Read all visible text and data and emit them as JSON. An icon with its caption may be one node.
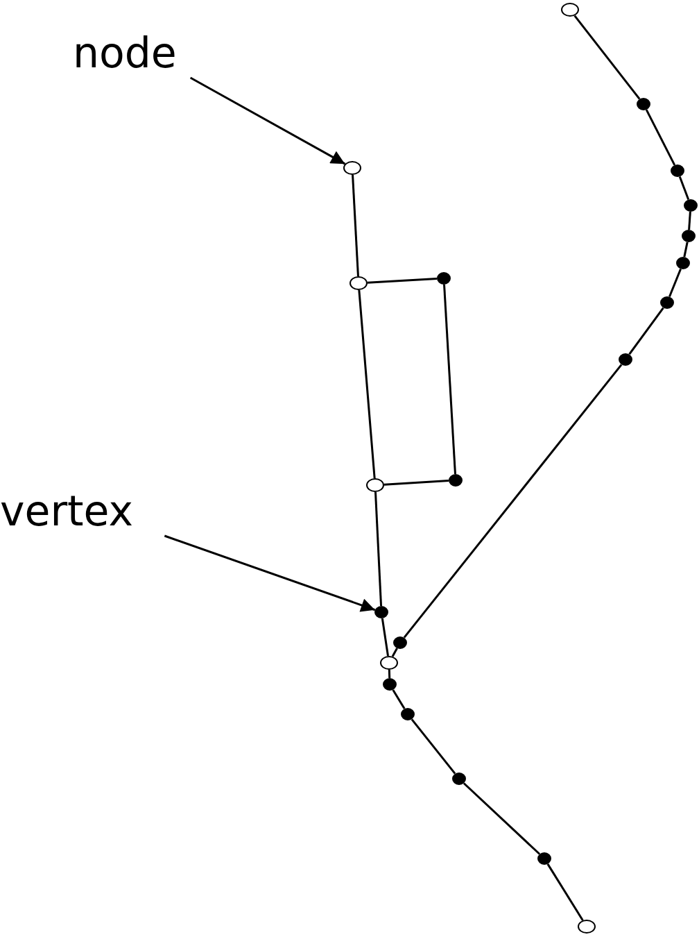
{
  "diagram": {
    "nodes": [
      {
        "text": [
          "node"
        ]
      },
      {
        "text": [
          "vertex"
        ]
      },
      {
        "text": [],
        "shape": "circle"
      },
      {
        "text": [],
        "shape": "dot"
      },
      {
        "text": [],
        "shape": "circle"
      },
      {
        "text": [],
        "shape": "dot"
      },
      {
        "text": [],
        "shape": "dot"
      },
      {
        "text": [],
        "shape": "dot"
      },
      {
        "text": [],
        "shape": "dot"
      },
      {
        "text": [],
        "shape": "dot"
      },
      {
        "text": [],
        "shape": "circle"
      },
      {
        "text": [],
        "shape": "dot"
      },
      {
        "text": [],
        "shape": "dot"
      },
      {
        "text": [],
        "shape": "dot"
      },
      {
        "text": [],
        "shape": "circle"
      },
      {
        "text": [],
        "shape": "dot"
      },
      {
        "text": [],
        "shape": "dot"
      },
      {
        "text": [],
        "shape": "circle"
      },
      {
        "text": [],
        "shape": "dot"
      },
      {
        "text": [],
        "shape": "dot"
      },
      {
        "text": [],
        "shape": "dot"
      },
      {
        "text": [],
        "shape": "dot"
      },
      {
        "text": [],
        "shape": "circle"
      }
    ],
    "edges": [
      {
        "from": 0,
        "to": 4,
        "arrow": "to"
      },
      {
        "from": 1,
        "to": 15,
        "arrow": "to"
      },
      {
        "from": 2,
        "to": 3,
        "arrow": "none"
      },
      {
        "from": 3,
        "to": 5,
        "arrow": "none"
      },
      {
        "from": 5,
        "to": 6,
        "arrow": "none"
      },
      {
        "from": 6,
        "to": 7,
        "arrow": "none"
      },
      {
        "from": 7,
        "to": 8,
        "arrow": "none"
      },
      {
        "from": 8,
        "to": 11,
        "arrow": "none"
      },
      {
        "from": 11,
        "to": 12,
        "arrow": "none"
      },
      {
        "from": 12,
        "to": 16,
        "arrow": "none"
      },
      {
        "from": 16,
        "to": 17,
        "arrow": "none"
      },
      {
        "from": 4,
        "to": 10,
        "arrow": "none"
      },
      {
        "from": 10,
        "to": 14,
        "arrow": "none"
      },
      {
        "from": 14,
        "to": 15,
        "arrow": "none"
      },
      {
        "from": 15,
        "to": 17,
        "arrow": "none"
      },
      {
        "from": 10,
        "to": 9,
        "arrow": "none"
      },
      {
        "from": 9,
        "to": 13,
        "arrow": "none"
      },
      {
        "from": 13,
        "to": 14,
        "arrow": "none"
      },
      {
        "from": 17,
        "to": 18,
        "arrow": "none"
      },
      {
        "from": 18,
        "to": 19,
        "arrow": "none"
      },
      {
        "from": 19,
        "to": 20,
        "arrow": "none"
      },
      {
        "from": 20,
        "to": 21,
        "arrow": "none"
      },
      {
        "from": 21,
        "to": 22,
        "arrow": "none"
      }
    ]
  }
}
